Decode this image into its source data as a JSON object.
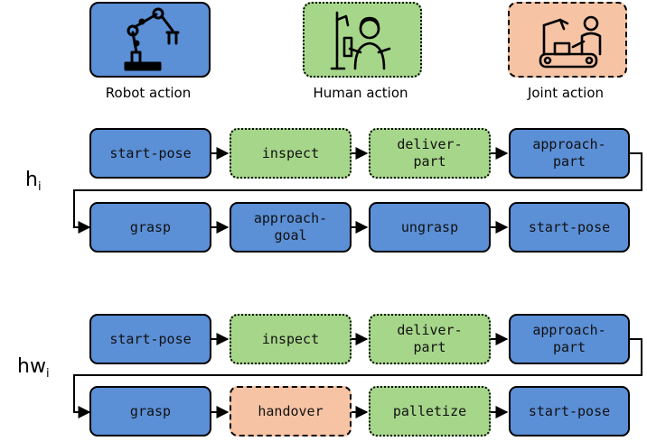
{
  "legend": [
    {
      "label": "Robot action",
      "kind": "robot",
      "icon": "robot-arm-icon"
    },
    {
      "label": "Human action",
      "kind": "human",
      "icon": "human-worker-icon"
    },
    {
      "label": "Joint action",
      "kind": "joint",
      "icon": "joint-work-icon"
    }
  ],
  "sequences": [
    {
      "label_main": "h",
      "label_sub": "i",
      "row1": [
        {
          "text": "start-pose",
          "kind": "robot"
        },
        {
          "text": "inspect",
          "kind": "human"
        },
        {
          "text": "deliver-\npart",
          "kind": "human"
        },
        {
          "text": "approach-\npart",
          "kind": "robot"
        }
      ],
      "row2": [
        {
          "text": "grasp",
          "kind": "robot"
        },
        {
          "text": "approach-\ngoal",
          "kind": "robot"
        },
        {
          "text": "ungrasp",
          "kind": "robot"
        },
        {
          "text": "start-pose",
          "kind": "robot"
        }
      ]
    },
    {
      "label_main": "hw",
      "label_sub": "i",
      "row1": [
        {
          "text": "start-pose",
          "kind": "robot"
        },
        {
          "text": "inspect",
          "kind": "human"
        },
        {
          "text": "deliver-\npart",
          "kind": "human"
        },
        {
          "text": "approach-\npart",
          "kind": "robot"
        }
      ],
      "row2": [
        {
          "text": "grasp",
          "kind": "robot"
        },
        {
          "text": "handover",
          "kind": "joint"
        },
        {
          "text": "palletize",
          "kind": "human"
        },
        {
          "text": "start-pose",
          "kind": "robot"
        }
      ]
    }
  ],
  "colors": {
    "robot": "#5b8fd6",
    "human": "#a6d68a",
    "joint": "#f6c4a4"
  }
}
